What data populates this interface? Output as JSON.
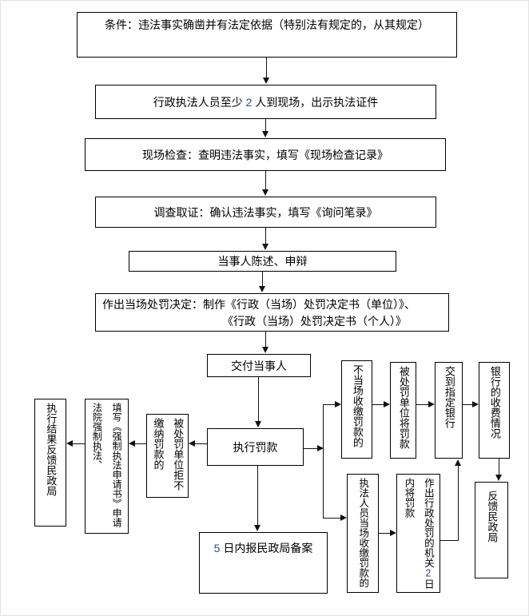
{
  "colors": {
    "line": "#111111",
    "box_border": "#000000",
    "background": "#ffffff",
    "digit_accent": "#33478f"
  },
  "boxes": {
    "condition": "条件：违法事实确凿并有法定依据（特别法有规定的，从其规定）",
    "personnel": {
      "pre": "行政执法人员至少 ",
      "num": "2",
      "post": " 人到现场，出示执法证件"
    },
    "inspection": "现场检查：查明违法事实，填写《现场检查记录》",
    "investigation": "调查取证：确认违法事实，填写《询问笔录》",
    "statement": "当事人陈述、申辩",
    "decision": {
      "line1": "作出当场处罚决定：制作《行政（当场）处罚决定书（单位）》、",
      "line2": "《行政（当场）处罚决定书（个人）》"
    },
    "deliver": "交付当事人",
    "execute_fine": "执行罚款",
    "report_record": {
      "num": "5",
      "post": " 日内报民政局备案"
    },
    "unit_refuses": "被处罚单位拒不缴纳罚款的",
    "apply_enforcement": "填写《强制执法申请书》申请法院强制执法、",
    "result_feedback": "执行结果反馈民政局",
    "not_onsite_collection": "不当场收缴罚款的",
    "unit_pays_fine": "被处罚单位将罚款",
    "designated_bank": "交到指定银行",
    "bank_fee_status": "银行的收费情况",
    "onsite_collection": "执法人员当场收缴罚款的",
    "organ_hands_fine": {
      "pre": "作出行政处罚的机关",
      "num": "2",
      "post": "日内将罚款"
    },
    "feedback_bureau": "反馈民政局"
  }
}
